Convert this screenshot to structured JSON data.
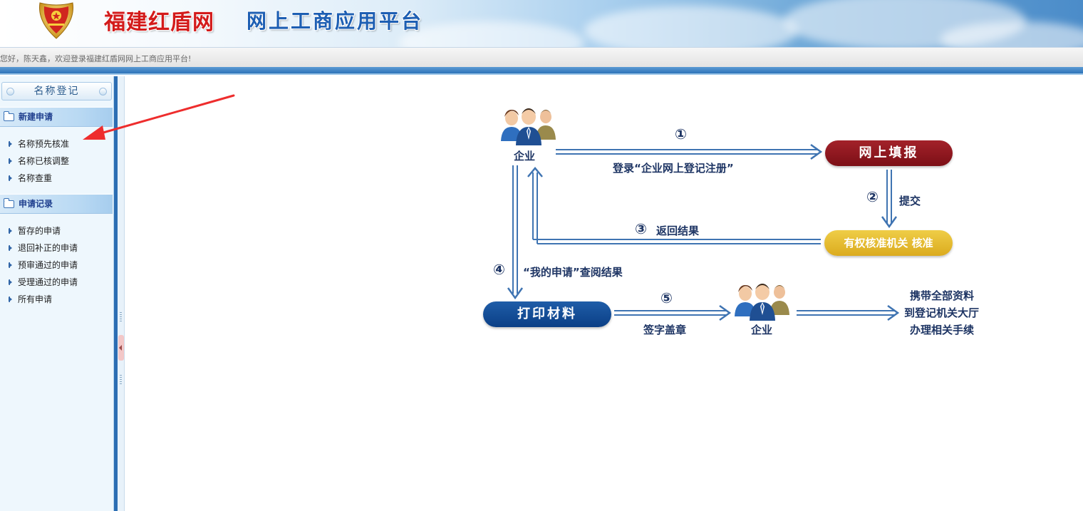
{
  "header": {
    "site_name": "福建红盾网",
    "platform_name": "网上工商应用平台"
  },
  "welcome": {
    "text": "您好，陈天鑫，欢迎登录福建红盾网网上工商应用平台!"
  },
  "sidebar": {
    "title": "名称登记",
    "sections": [
      {
        "label": "新建申请",
        "items": [
          "名称预先核准",
          "名称已核调整",
          "名称查重"
        ]
      },
      {
        "label": "申请记录",
        "items": [
          "暂存的申请",
          "退回补正的申请",
          "预审通过的申请",
          "受理通过的申请",
          "所有申请"
        ]
      }
    ]
  },
  "flow": {
    "enterprise_label": "企业",
    "enterprise_label_2": "企业",
    "step1_num": "①",
    "step1_text": "登录“企业网上登记注册”",
    "online_fill": "网上填报",
    "step2_num": "②",
    "step2_text": "提交",
    "approve_label": "有权核准机关 核准",
    "step3_num": "③",
    "step3_text": "返回结果",
    "step4_num": "④",
    "step4_text": "“我的申请”查阅结果",
    "print_label": "打印材料",
    "step5_num": "⑤",
    "step5_text": "签字盖章",
    "final_line1": "携带全部资料",
    "final_line2": "到登记机关大厅",
    "final_line3": "办理相关手续"
  },
  "colors": {
    "accent_blue": "#2c6eb3",
    "flow_navy": "#1e3564",
    "pill_red": "#8c1a20",
    "pill_yellow": "#e6bd31",
    "pill_blue": "#144c96",
    "site_red": "#d31b1b"
  }
}
